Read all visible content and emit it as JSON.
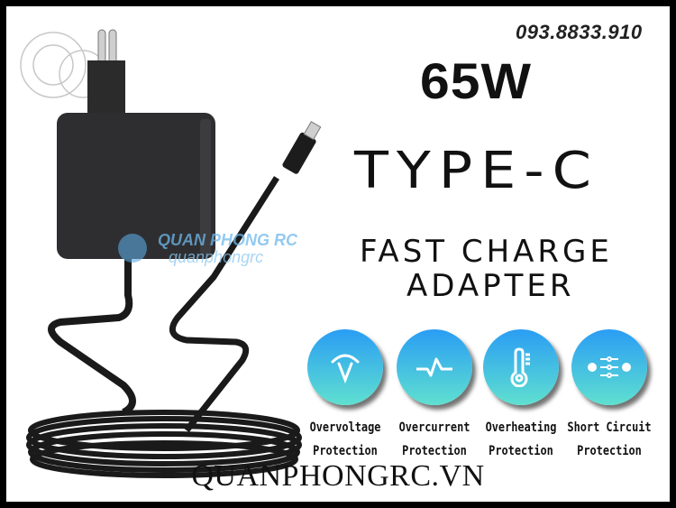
{
  "header": {
    "phone": "093.8833.910"
  },
  "product": {
    "wattage": "65W",
    "connector": "TYPE-C",
    "line1": "FAST CHARGE",
    "line2": "ADAPTER"
  },
  "features": [
    {
      "icon": "voltage-icon",
      "line1": "Overvoltage",
      "line2": "Protection"
    },
    {
      "icon": "pulse-icon",
      "line1": "Overcurrent",
      "line2": "Protection"
    },
    {
      "icon": "thermometer-icon",
      "line1": "Overheating",
      "line2": "Protection"
    },
    {
      "icon": "circuit-icon",
      "line1": "Short Circuit",
      "line2": "Protection"
    }
  ],
  "watermark": {
    "brand": "QUAN PHONG RC",
    "handle": "quanphongrc",
    "logo_text": "QUAN PHONG"
  },
  "footer": {
    "website": "QUANPHONGRC.VN"
  },
  "colors": {
    "circle_top": "#2a9df4",
    "circle_bottom": "#5fe0d0"
  }
}
